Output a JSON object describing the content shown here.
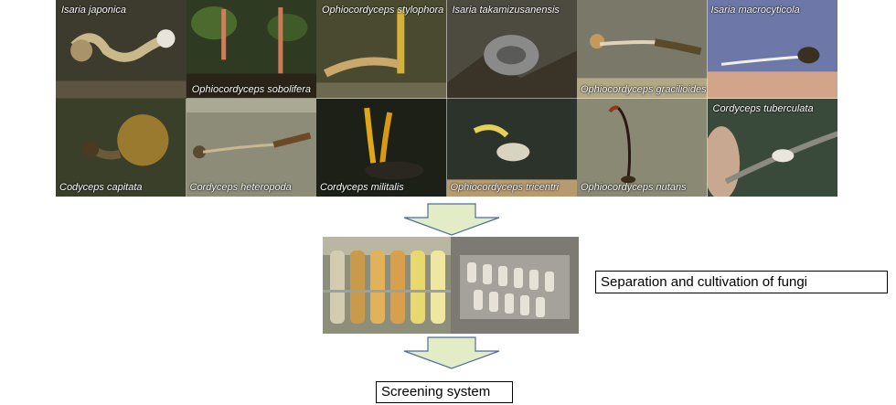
{
  "species": [
    {
      "name": "Isaria japonica",
      "bg": "#3d3a2e"
    },
    {
      "name": "Ophiocordyceps sobolifera",
      "bg": "#2f3a22"
    },
    {
      "name": "Ophiocordyceps stylophora",
      "bg": "#4a4a30"
    },
    {
      "name": "Isaria takamizusanensis",
      "bg": "#4d4a40"
    },
    {
      "name": "Ophiocordyceps gracilioides",
      "bg": "#7a7868"
    },
    {
      "name": "Isaria macrocyticola",
      "bg": "#6e78a8"
    },
    {
      "name": "Codyceps capitata",
      "bg": "#3a3f2a"
    },
    {
      "name": "Cordyceps heteropoda",
      "bg": "#8c8c78"
    },
    {
      "name": "Cordyceps militalis",
      "bg": "#1d2016"
    },
    {
      "name": "Ophiocordyceps tricentri",
      "bg": "#2b332a"
    },
    {
      "name": "Ophiocordyceps nutans",
      "bg": "#8a8a74"
    },
    {
      "name": "Cordyceps tuberculata",
      "bg": "#3a4a3a"
    }
  ],
  "steps": {
    "separation_label": "Separation and cultivation of fungi",
    "screening_label": "Screening system"
  },
  "colors": {
    "arrow_fill": "#e2edc8",
    "arrow_stroke": "#4f6d9b"
  }
}
